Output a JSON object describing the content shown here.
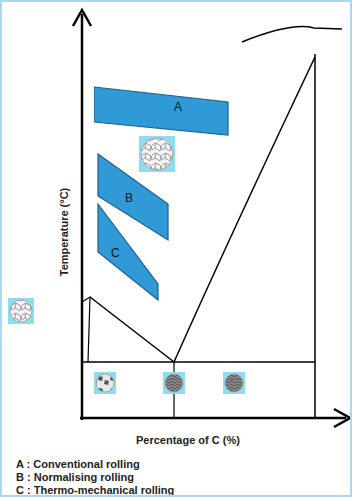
{
  "diagram": {
    "nodes": [
      {
        "text": [
          "A"
        ]
      },
      {
        "text": [
          "B"
        ]
      },
      {
        "text": [
          "C"
        ]
      }
    ],
    "labels": [
      "Temperature (°C)",
      "Percentage of C (%)",
      "A : Conventional rolling",
      "B : Normalising rolling",
      "C : Thermo-mechanical rolling"
    ]
  }
}
